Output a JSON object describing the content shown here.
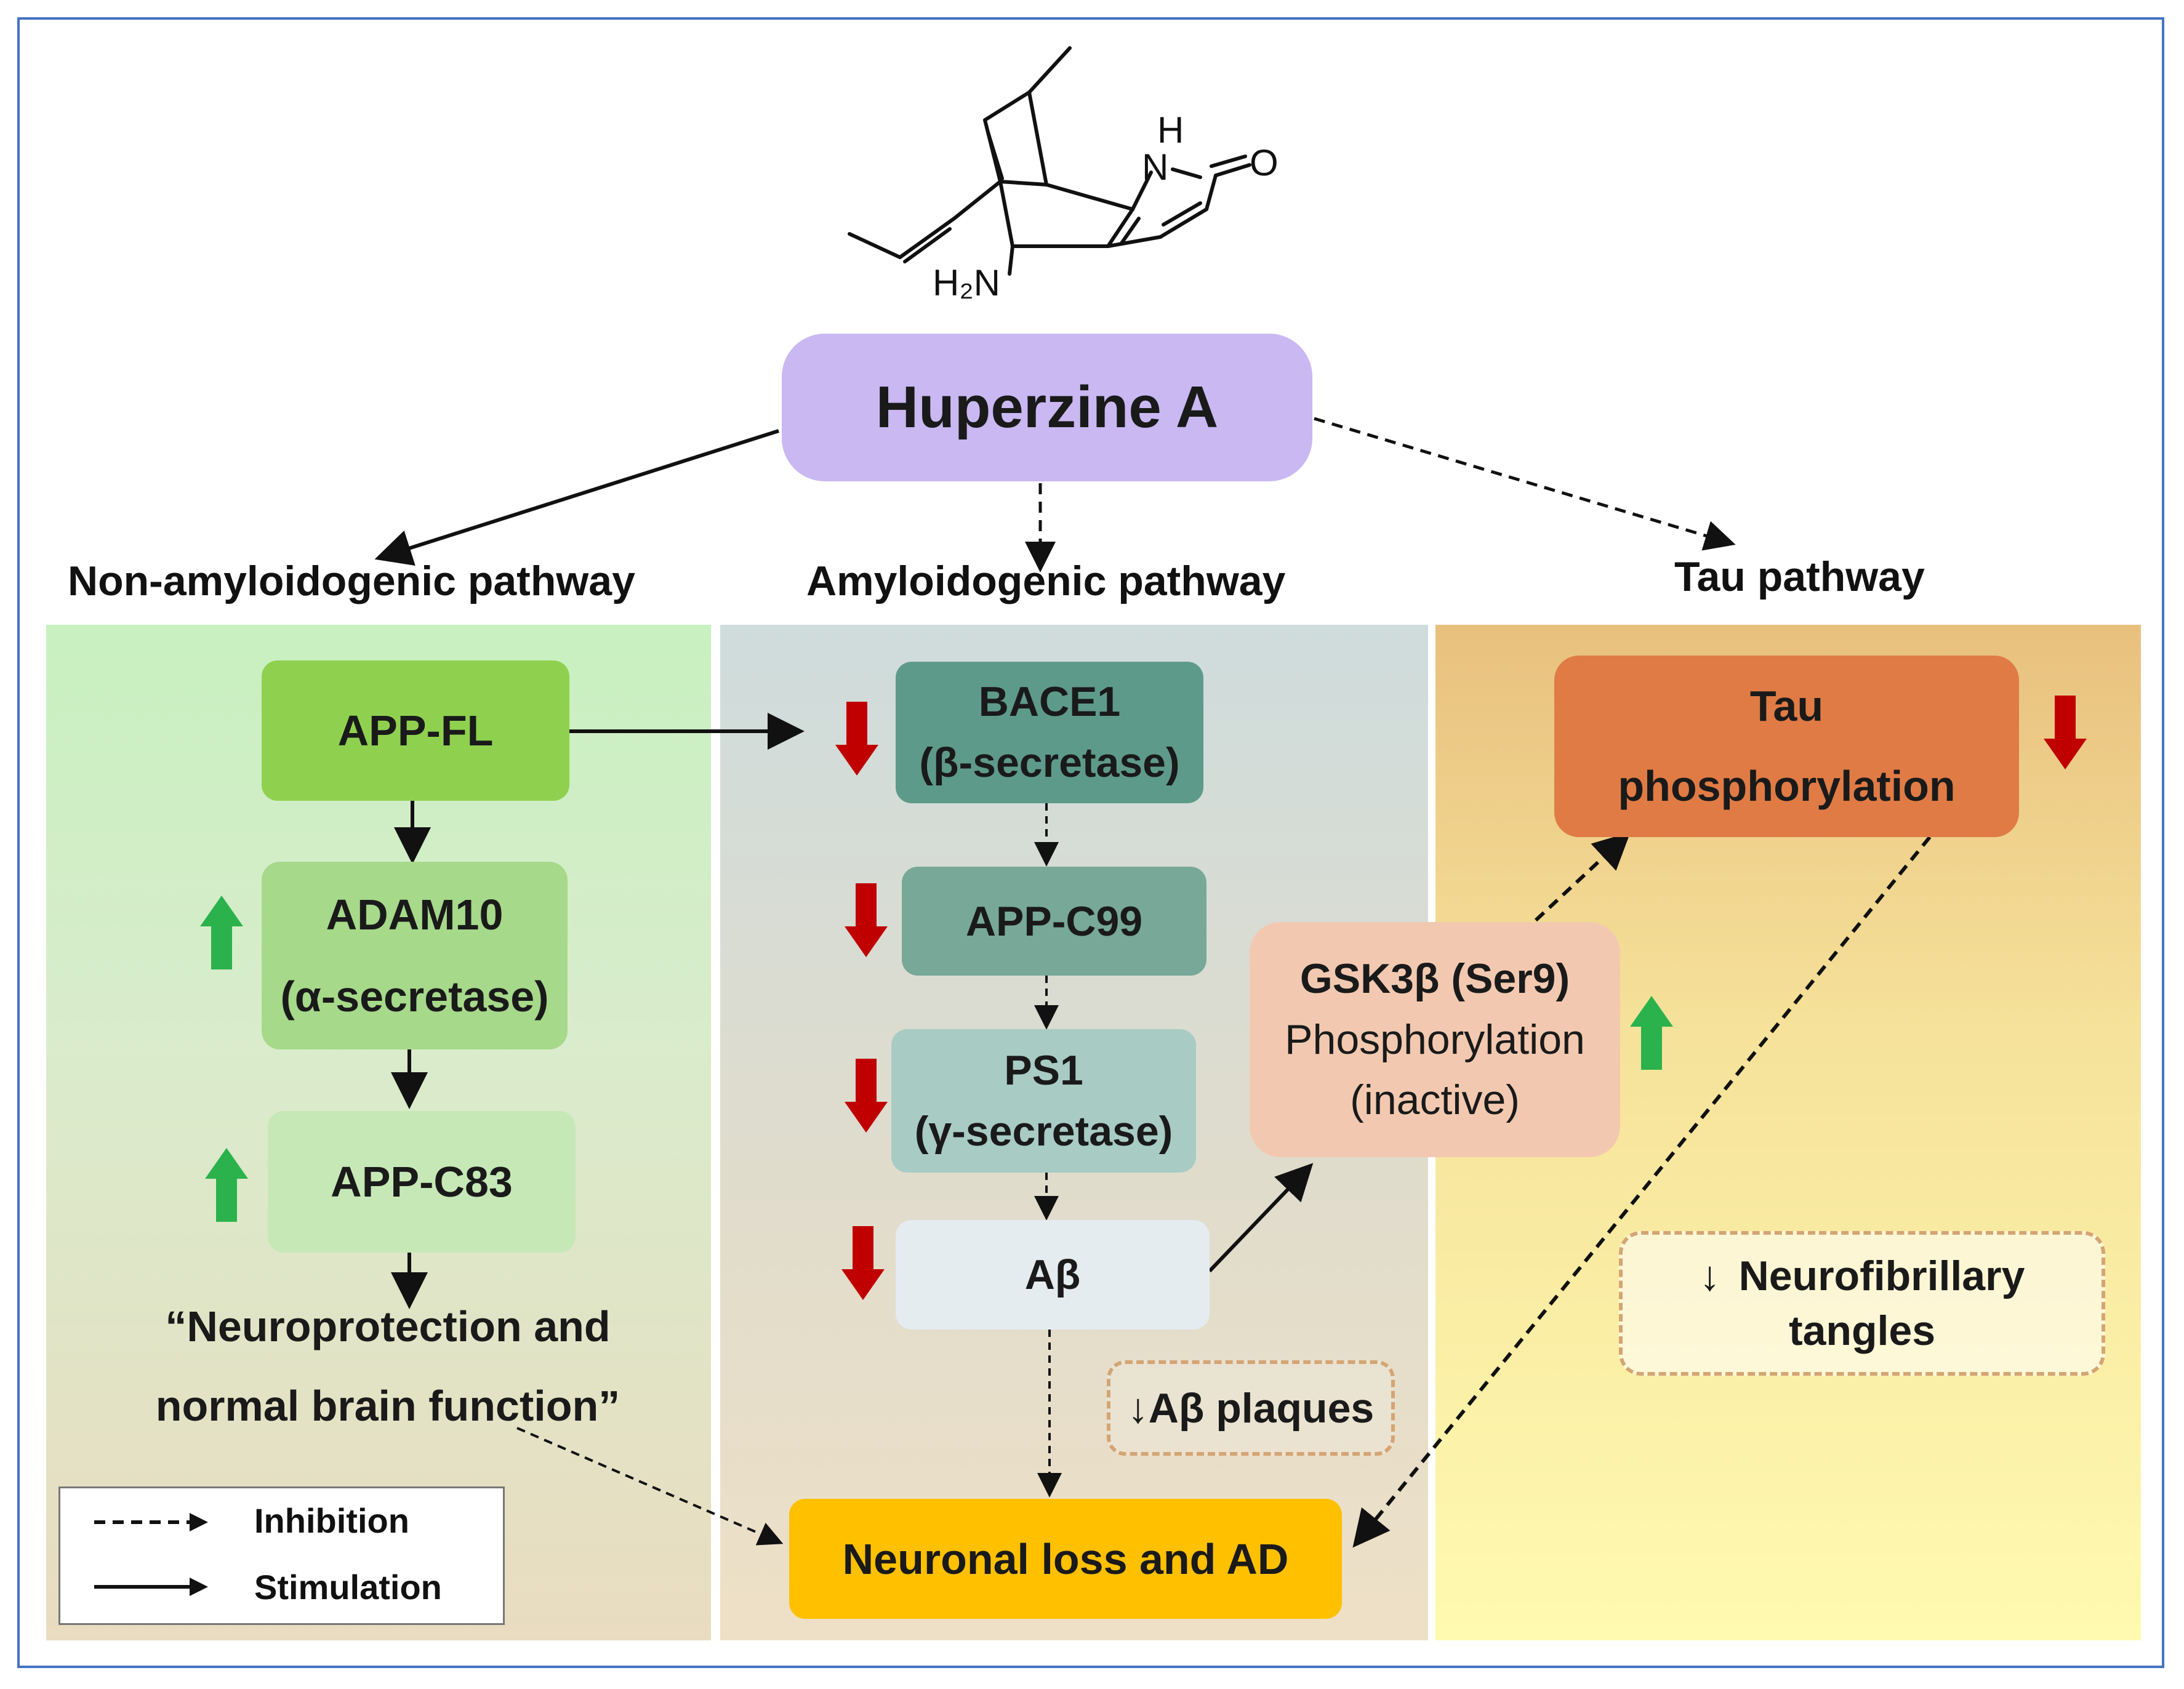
{
  "compound": {
    "name": "Huperzine A",
    "atoms": {
      "nh_h": "H",
      "nh_n": "N",
      "carbonyl_o": "O",
      "amine": "H₂N"
    }
  },
  "pathways": {
    "non_amyloidogenic": {
      "title": "Non-amyloidogenic pathway",
      "nodes": {
        "app_fl": "APP-FL",
        "adam10": [
          "ADAM10",
          "(α-secretase)"
        ],
        "app_c83": "APP-C83"
      },
      "outcome": [
        "“Neuroprotection and",
        "normal brain function”"
      ]
    },
    "amyloidogenic": {
      "title": "Amyloidogenic pathway",
      "nodes": {
        "bace1": [
          "BACE1",
          "(β-secretase)"
        ],
        "app_c99": "APP-C99",
        "ps1": [
          "PS1",
          "(γ-secretase)"
        ],
        "abeta": "Aβ"
      },
      "note": "↓Aβ plaques"
    },
    "tau": {
      "title": "Tau pathway",
      "nodes": {
        "tau_phos": [
          "Tau",
          "phosphorylation"
        ],
        "gsk3b": [
          "GSK3β (Ser9)",
          "Phosphorylation",
          "(inactive)"
        ]
      },
      "note": [
        "↓",
        "Neurofibrillary",
        "tangles"
      ]
    }
  },
  "outcome_node": "Neuronal loss and AD",
  "legend": {
    "inhibition": "Inhibition",
    "stimulation": "Stimulation"
  },
  "colors": {
    "frame": "#4472c4",
    "huperzine": "#c9b8f2",
    "app_fl": "#8fd14f",
    "adam10": "#a6d98a",
    "app_c83": "#c6e8b6",
    "bace1": "#5e9a8a",
    "app_c99": "#78a898",
    "ps1": "#a8cbc4",
    "abeta": "#e4ecef",
    "tau": "#e07b45",
    "gsk3b": "#f2c9b0",
    "outcome": "#ffc000",
    "down_arrow": "#c00000",
    "up_arrow": "#2bb24c",
    "note_border": "#d4a574"
  },
  "indicators": {
    "bace1": "down-arrow-icon",
    "app_c99": "down-arrow-icon",
    "ps1": "down-arrow-icon",
    "abeta": "down-arrow-icon",
    "adam10": "up-arrow-icon",
    "app_c83": "up-arrow-icon",
    "gsk3b": "up-arrow-icon",
    "tau": "down-arrow-icon"
  }
}
